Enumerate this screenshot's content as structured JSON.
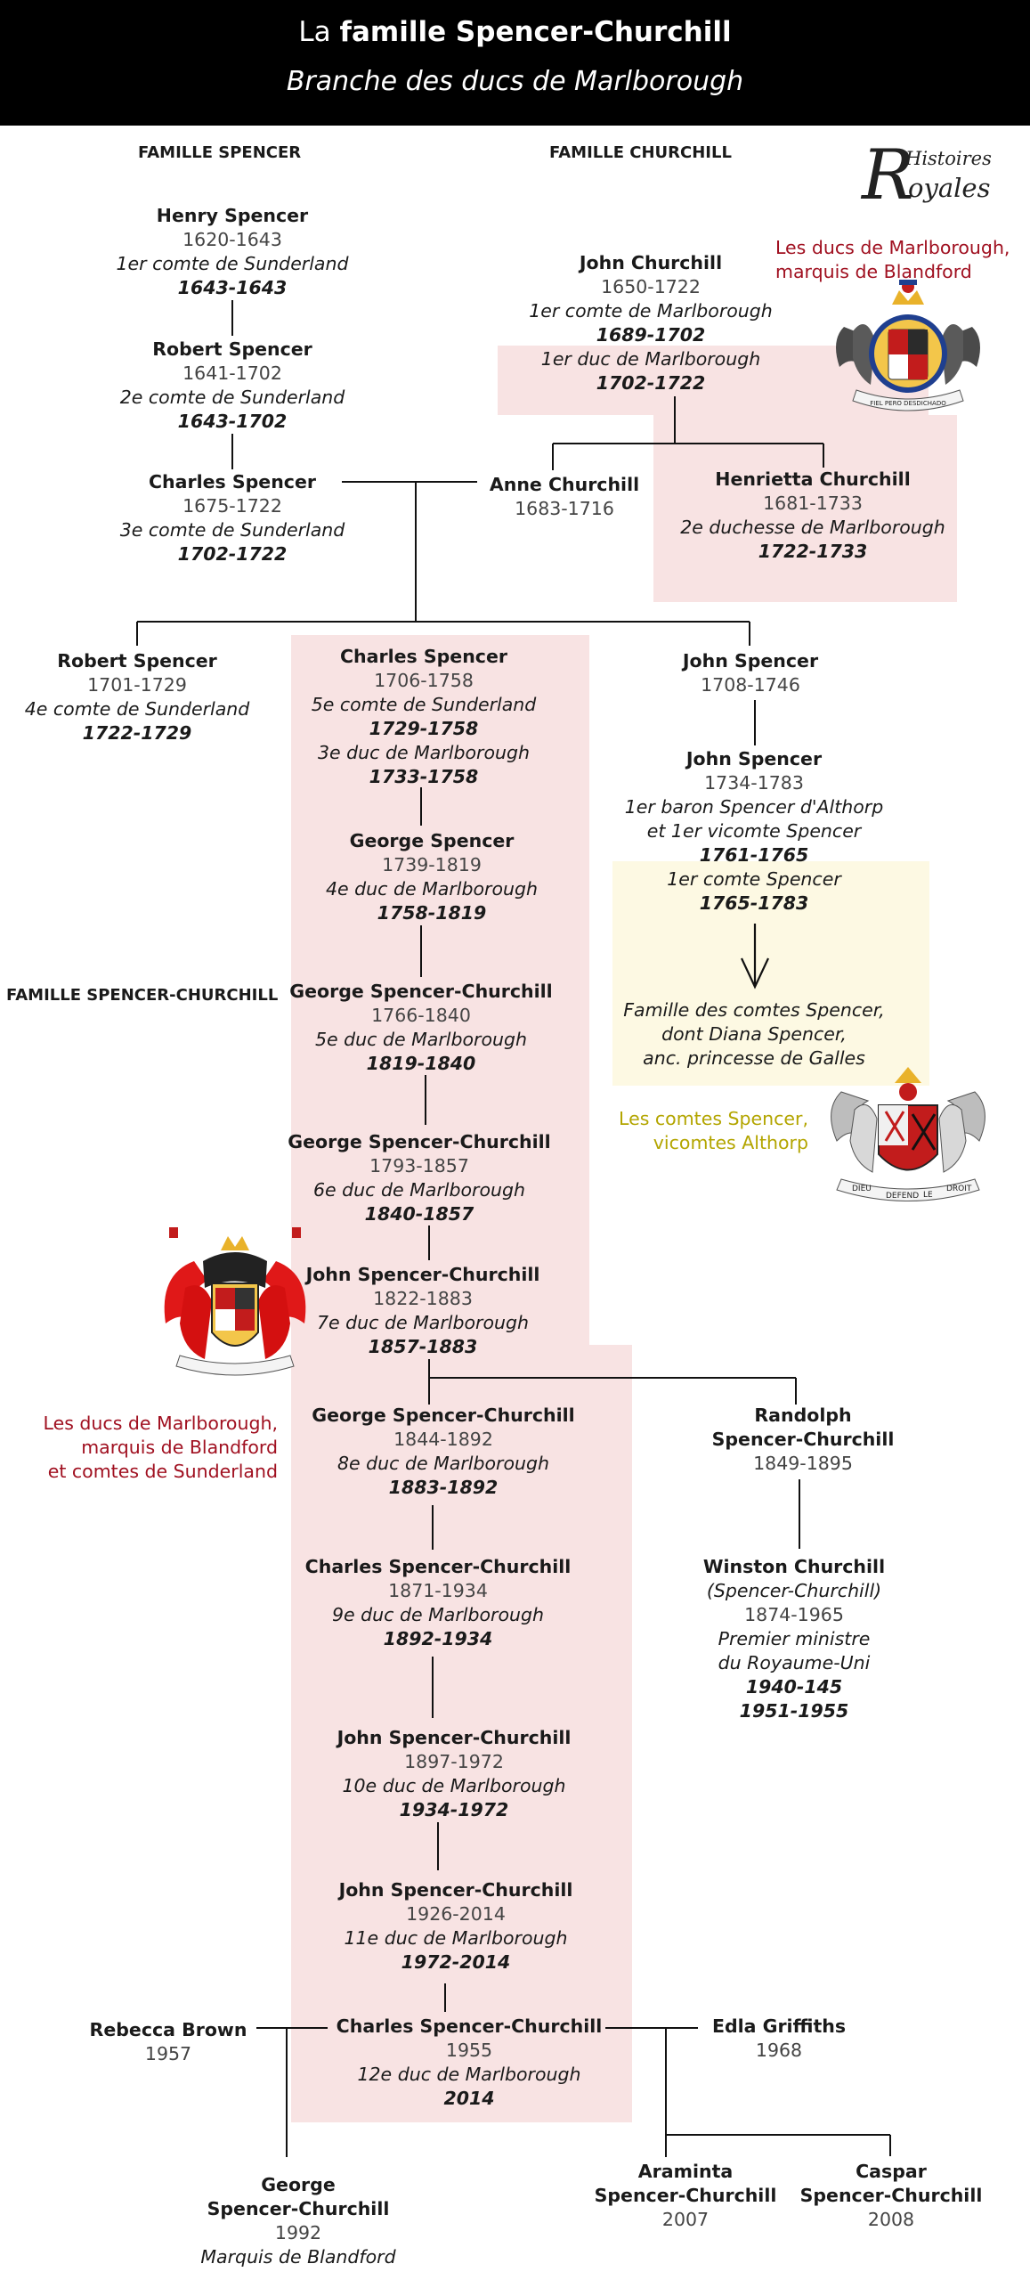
{
  "header": {
    "title_prefix": "La",
    "title_bold": "famille Spencer-Churchill",
    "subtitle": "Branche des ducs de Marlborough"
  },
  "sections": {
    "spencer": "FAMILLE SPENCER",
    "churchill": "FAMILLE CHURCHILL",
    "spencer_churchill": "FAMILLE SPENCER-CHURCHILL"
  },
  "logo": {
    "line1": "Histoires",
    "big": "R",
    "line2": "oyales"
  },
  "captions": {
    "marlborough_top": [
      "Les ducs de Marlborough,",
      "marquis de Blandford"
    ],
    "comtes_spencer": [
      "Les comtes Spencer,",
      "vicomtes Althorp"
    ],
    "marlborough_left": [
      "Les ducs de Marlborough,",
      "marquis de Blandford",
      "et comtes de Sunderland"
    ],
    "spencer_family": [
      "Famille des comtes Spencer,",
      "dont Diana Spencer,",
      "anc. princesse de Galles"
    ]
  },
  "crests": {
    "marlborough_motto": "FIEL PERO DESDICHADO",
    "spencer_motto": [
      "DIEU",
      "DEFEND",
      "LE",
      "DROIT"
    ]
  },
  "people": {
    "henry_spencer": {
      "name": "Henry Spencer",
      "dates": "1620-1643",
      "title": "1er comte de Sunderland",
      "reign": "1643-1643"
    },
    "robert_spencer_1": {
      "name": "Robert Spencer",
      "dates": "1641-1702",
      "title": "2e comte de Sunderland",
      "reign": "1643-1702"
    },
    "charles_spencer_1": {
      "name": "Charles Spencer",
      "dates": "1675-1722",
      "title": "3e comte de Sunderland",
      "reign": "1702-1722"
    },
    "john_churchill": {
      "name": "John Churchill",
      "dates": "1650-1722",
      "title1": "1er comte de Marlborough",
      "reign1": "1689-1702",
      "title2": "1er duc de Marlborough",
      "reign2": "1702-1722"
    },
    "anne_churchill": {
      "name": "Anne Churchill",
      "dates": "1683-1716"
    },
    "henrietta_churchill": {
      "name": "Henrietta Churchill",
      "dates": "1681-1733",
      "title": "2e duchesse de Marlborough",
      "reign": "1722-1733"
    },
    "robert_spencer_2": {
      "name": "Robert Spencer",
      "dates": "1701-1729",
      "title": "4e comte de Sunderland",
      "reign": "1722-1729"
    },
    "charles_spencer_2": {
      "name": "Charles Spencer",
      "dates": "1706-1758",
      "title1": "5e comte de Sunderland",
      "reign1": "1729-1758",
      "title2": "3e duc de Marlborough",
      "reign2": "1733-1758"
    },
    "john_spencer_1": {
      "name": "John Spencer",
      "dates": "1708-1746"
    },
    "john_spencer_2": {
      "name": "John Spencer",
      "dates": "1734-1783",
      "title1a": "1er baron Spencer d'Althorp",
      "title1b": "et 1er vicomte Spencer",
      "reign1": "1761-1765",
      "title2": "1er comte Spencer",
      "reign2": "1765-1783"
    },
    "george_spencer": {
      "name": "George Spencer",
      "dates": "1739-1819",
      "title": "4e duc de Marlborough",
      "reign": "1758-1819"
    },
    "george_sc_5": {
      "name": "George Spencer-Churchill",
      "dates": "1766-1840",
      "title": "5e duc de Marlborough",
      "reign": "1819-1840"
    },
    "george_sc_6": {
      "name": "George Spencer-Churchill",
      "dates": "1793-1857",
      "title": "6e duc de Marlborough",
      "reign": "1840-1857"
    },
    "john_sc_7": {
      "name": "John Spencer-Churchill",
      "dates": "1822-1883",
      "title": "7e duc de Marlborough",
      "reign": "1857-1883"
    },
    "george_sc_8": {
      "name": "George Spencer-Churchill",
      "dates": "1844-1892",
      "title": "8e duc de Marlborough",
      "reign": "1883-1892"
    },
    "randolph": {
      "name1": "Randolph",
      "name2": "Spencer-Churchill",
      "dates": "1849-1895"
    },
    "charles_sc_9": {
      "name": "Charles Spencer-Churchill",
      "dates": "1871-1934",
      "title": "9e duc de Marlborough",
      "reign": "1892-1934"
    },
    "winston": {
      "name": "Winston Churchill",
      "alt": "(Spencer-Churchill)",
      "dates": "1874-1965",
      "title1": "Premier ministre",
      "title2": "du Royaume-Uni",
      "reign1": "1940-145",
      "reign2": "1951-1955"
    },
    "john_sc_10": {
      "name": "John Spencer-Churchill",
      "dates": "1897-1972",
      "title": "10e duc de Marlborough",
      "reign": "1934-1972"
    },
    "john_sc_11": {
      "name": "John Spencer-Churchill",
      "dates": "1926-2014",
      "title": "11e duc de Marlborough",
      "reign": "1972-2014"
    },
    "charles_sc_12": {
      "name": "Charles Spencer-Churchill",
      "dates": "1955",
      "title": "12e duc de Marlborough",
      "reign": "2014"
    },
    "rebecca": {
      "name": "Rebecca Brown",
      "dates": "1957"
    },
    "edla": {
      "name": "Edla Griffiths",
      "dates": "1968"
    },
    "george_blandford": {
      "name1": "George",
      "name2": "Spencer-Churchill",
      "dates": "1992",
      "title": "Marquis de Blandford"
    },
    "araminta": {
      "name1": "Araminta",
      "name2": "Spencer-Churchill",
      "dates": "2007"
    },
    "caspar": {
      "name1": "Caspar",
      "name2": "Spencer-Churchill",
      "dates": "2008"
    }
  },
  "colors": {
    "pink": "#f8e3e3",
    "yellow": "#fdf9e3",
    "red_caption": "#a01020",
    "olive_caption": "#b3a500",
    "header_bg": "#000000"
  }
}
